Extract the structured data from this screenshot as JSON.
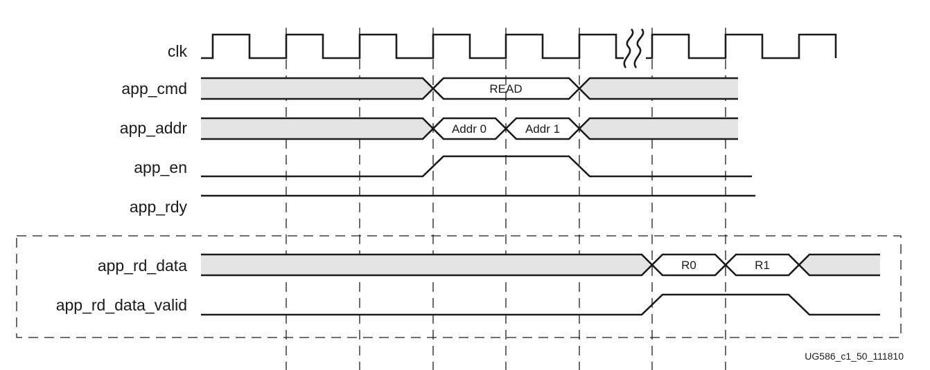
{
  "signals": [
    {
      "id": "clk",
      "label": "clk",
      "kind": "clock"
    },
    {
      "id": "app_cmd",
      "label": "app_cmd",
      "kind": "bus"
    },
    {
      "id": "app_addr",
      "label": "app_addr",
      "kind": "bus"
    },
    {
      "id": "app_en",
      "label": "app_en",
      "kind": "pulse"
    },
    {
      "id": "app_rdy",
      "label": "app_rdy",
      "kind": "high"
    },
    {
      "id": "app_rd_data",
      "label": "app_rd_data",
      "kind": "bus"
    },
    {
      "id": "app_rd_data_valid",
      "label": "app_rd_data_valid",
      "kind": "pulse"
    }
  ],
  "bus_values": {
    "cmd": "READ",
    "addr0": "Addr 0",
    "addr1": "Addr 1",
    "r0": "R0",
    "r1": "R1"
  },
  "figure_id": "UG586_c1_50_111810",
  "colors": {
    "line": "#1a1a1a",
    "dont_care_fill": "#e4e4e4",
    "background": "#ffffff"
  }
}
